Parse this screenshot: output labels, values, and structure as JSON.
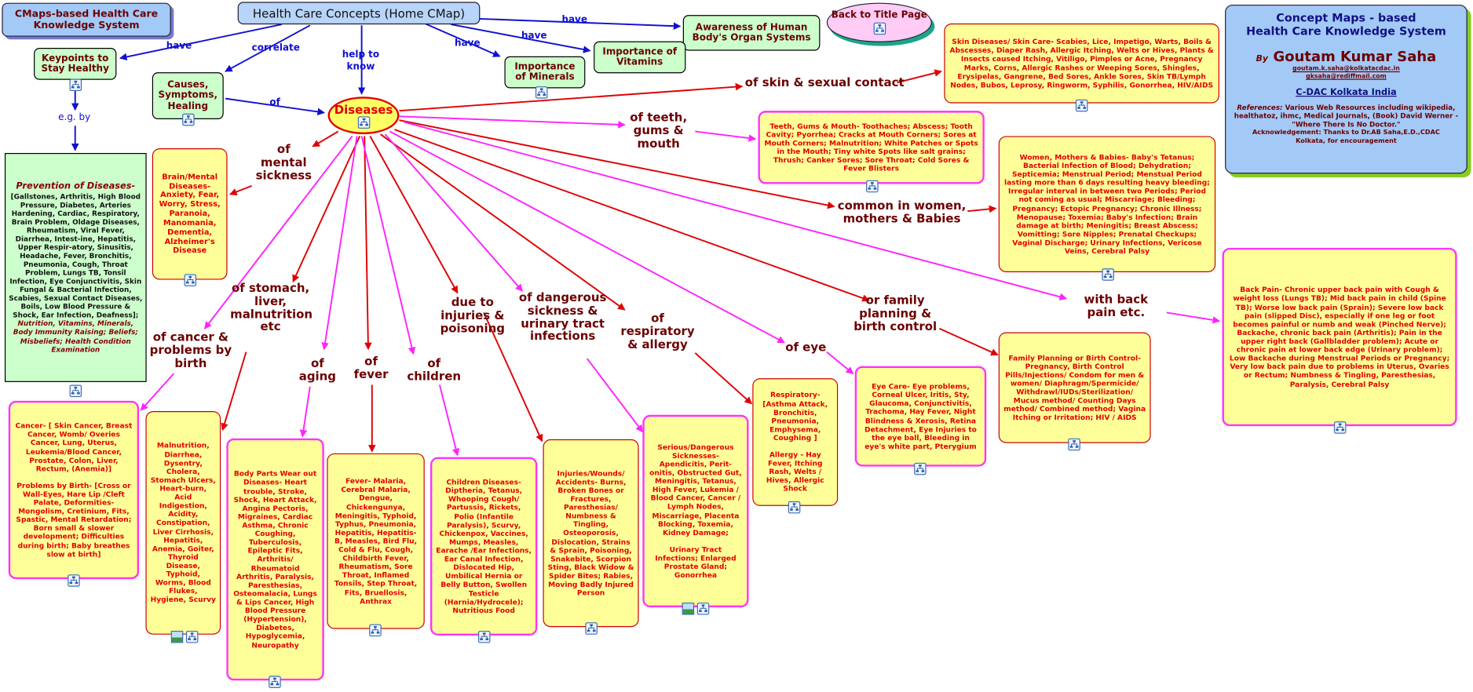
{
  "header": {
    "cmaps_title": "CMaps-based Health Care Knowledge System",
    "home": "Health Care Concepts (Home CMap)",
    "back": "Back to Title Page"
  },
  "title_panel": {
    "line1": "Concept Maps - based",
    "line2": "Health Care Knowledge System",
    "by": "By",
    "author": "Goutam Kumar Saha",
    "email1": "goutam.k.saha@kolkatacdac.in",
    "email2": "gksaha@rediffmail.com",
    "org": "C-DAC Kolkata India",
    "refs_label": "References:",
    "refs": "Various Web Resources including wikipedia, healthatoz, ihmc, Medical Journals, (Book) David Werner - \"Where There Is No Doctor.\"",
    "ack": "Acknowledgement: Thanks to Dr.AB Saha,E.D.,CDAC Kolkata, for encouragement"
  },
  "nodes": {
    "awareness": "Awareness of Human Body's Organ Systems",
    "vitamins": "Importance of Vitamins",
    "minerals": "Importance of Minerals",
    "keypoints": "Keypoints to Stay Healthy",
    "causes": "Causes, Symptoms, Healing",
    "diseases": "Diseases",
    "prevention_title": "Prevention of Diseases-",
    "prevention_body": "[Gallstones, Arthritis, High Blood Pressure, Diabetes, Arteries Hardening, Cardiac, Respiratory, Brain Problem, Oldage Diseases, Rheumatism, Viral Fever, Diarrhea, Intest-ine, Hepatitis, Upper Respir-atory, Sinusitis, Headache, Fever, Bronchitis, Pneumonia, Cough, Throat Problem, Lungs TB, Tonsil Infection, Eye Conjunctivitis, Skin Fungal & Bacterial Infection, Scabies, Sexual Contact Diseases, Boils, Low Blood Pressure & Shock, Ear Infection, Deafness];",
    "prevention_extra": "Nutrition, Vitamins, Minerals, Body Immunity Raising; Beliefs; Misbeliefs; Health Condition Examination",
    "brain": "Brain/Mental Diseases- Anxiety, Fear, Worry, Stress, Paranoia, Manomania, Dementia, Alzheimer's Disease",
    "skin": "Skin Diseases/ Skin Care-  Scabies, Lice, Impetigo, Warts, Boils & Abscesses, Diaper Rash, Allergic Itching, Welts or Hives, Plants & Insects caused Itching, Vitiligo, Pimples or Acne, Pregnancy Marks, Corns, Allergic Rashes or Weeping Sores, Shingles, Erysipelas, Gangrene, Bed Sores, Ankle Sores, Skin TB/Lymph Nodes,  Bubos, Leprosy, Ringworm, Syphilis, Gonorrhea, HIV/AIDS",
    "teeth": "Teeth, Gums & Mouth- Toothaches; Abscess; Tooth Cavity; Pyorrhea; Cracks at Mouth Corners; Sores at Mouth Corners; Malnutrition; White Patches or Spots in the Mouth; Tiny white Spots like salt grains; Thrush; Canker Sores; Sore Throat; Cold Sores & Fever Blisters",
    "women": "Women, Mothers & Babies- Baby's Tetanus; Bacterial Infection of Blood; Dehydration; Septicemia; Menstrual Period; Menstual Period lasting more than 6 days resulting heavy bleeding; Irregular interval in between two Periods; Period not coming as usual; Miscarriage; Bleeding; Pregnancy; Ectopic Pregnancy; Chronic Illness; Menopause; Toxemia; Baby's Infection; Brain damage at birth; Meningitis; Breast Abscess; Vomitting; Sore Nipples; Prenatal Checkups; Vaginal Discharge; Urinary Infections, Vericose Veins, Cerebral Palsy",
    "backpain": "Back Pain- Chronic upper back pain with Cough & weight loss (Lungs TB); Mid back pain in child (Spine TB); Worse low back pain (Sprain); Severe low back pain (slipped Disc), especially if one leg or foot becomes painful or numb and weak (Pinched Nerve); Backache, chronic back pain (Arthritis); Pain in the upper right back (Gallbladder problem); Acute or chronic pain at lower back edge (Urinary problem);  Low Backache during Menstrual Periods or Pregnancy; Very low back pain due to problems in Uterus, Ovaries or Rectum; Numbness & Tingling, Paresthesias, Paralysis, Cerebral Palsy",
    "cancer": "Cancer- [ Skin Cancer, Breast Cancer, Womb/ Overies Cancer, Lung, Uterus, Leukemia/Blood Cancer, Prostate, Colon, Liver, Rectum, (Anemia)]",
    "birth": "Problems by Birth- [Cross or Wall-Eyes, Hare Lip /Cleft Palate, Deformities- Mongolism, Cretinium, Fits, Spastic, Mental Retardation; Born small & slower development; Difficulties during birth; Baby breathes slow at birth]",
    "malnutrition": "Malnutrition, Diarrhea, Dysentry, Cholera, Stomach Ulcers, Heart-burn, Acid Indigestion, Acidity, Constipation, Liver Cirrhosis, Hepatitis, Anemia, Goiter, Thyroid Disease, Typhoid, Worms, Blood Flukes, Hygiene, Scurvy",
    "aging": "Body Parts Wear out Diseases- Heart trouble, Stroke, Shock, Heart Attack, Angina Pectoris, Migraines, Cardiac Asthma, Chronic Coughing, Tuberculosis, Epileptic Fits, Arthritis/ Rheumatoid Arthritis, Paralysis, Paresthesias, Osteomalacia, Lungs & Lips Cancer, High Blood Pressure (Hypertension), Diabetes, Hypoglycemia, Neuropathy",
    "fever": "Fever- Malaria, Cerebral Malaria, Dengue, Chickengunya, Meningitis, Typhoid, Typhus, Pneumonia, Hepatitis, Hepatitis-B, Measles, Bird Flu, Cold & Flu, Cough, Childbirth Fever, Rheumatism, Sore Throat, Inflamed Tonsils, Step Throat, Fits, Bruellosis, Anthrax",
    "children": "Children Diseases- Diptheria, Tetanus, Whooping Cough/ Partussis, Rickets, Polio (Infantile Paralysis), Scurvy, Chickenpox, Vaccines, Mumps, Measles, Earache /Ear Infections, Ear Canal Infection, Dislocated Hip, Umbilical Hernia or Belly Button, Swollen Testicle (Harnia/Hydrocele); Nutritious Food",
    "injuries": "Injuries/Wounds/ Accidents- Burns, Broken Bones or Fractures, Paresthesias/ Numbness & Tingling, Osteoporosis, Dislocation, Strains & Sprain, Poisoning, Snakebite, Scorpion Sting, Black Widow & Spider Bites; Rabies, Moving Badly Injured Person",
    "serious": "Serious/Dangerous Sicknesses- Apendicitis, Perit-onitis, Obstructed Gut, Meningitis, Tetanus, High Fever, Lukemia / Blood Cancer, Cancer / Lymph Nodes, Miscarriage, Placenta Blocking, Toxemia, Kidney Damage;",
    "urinary": "Urinary Tract Infections; Enlarged Prostate Gland; Gonorrhea",
    "respiratory": "Respiratory- [Asthma Attack, Bronchitis, Pneumonia, Emphysema, Coughing ]",
    "allergy": "Allergy - Hay Fever, Itching Rash, Welts / Hives, Allergic Shock",
    "eye": "Eye Care- Eye problems, Corneal Ulcer, Iritis, Sty, Glaucoma, Conjunctivitis, Trachoma, Hay Fever, Night Blindness & Xerosis, Retina Detachment, Eye Injuries to the eye ball, Bleeding in eye's white part, Pterygium",
    "family": "Family Planning or Birth Control- Pregnancy, Birth Control Pills/Injections/ Condom for men & women/ Diaphragm/Spermicide/ Withdrawl/IUDs/Sterilization/ Mucus method/ Counting Days method/ Combined method; Vagina Itching or Irritation; HIV / AIDS"
  },
  "link_labels": {
    "have1": "have",
    "correlate": "correlate",
    "help_to_know": "help to know",
    "have2": "have",
    "have3": "have",
    "have4": "have",
    "eg_by": "e.g. by",
    "of": "of",
    "skin": "of skin & sexual contact",
    "teeth": "of teeth, gums & mouth",
    "mental": "of mental sickness",
    "women": "common in women, mothers & Babies",
    "back": "with back pain etc.",
    "family": "or family planning & birth control",
    "eye": "of eye",
    "respiratory": "of respiratory & allergy",
    "dangerous": "of dangerous sickness & urinary tract infections",
    "injuries": "due to injuries & poisoning",
    "children": "of children",
    "fever": "of fever",
    "aging": "of aging",
    "stomach": "of stomach, liver, malnutrition etc",
    "cancer": "of cancer & problems by birth"
  },
  "colors": {
    "edge_red": "#e00000",
    "edge_magenta": "#ff22ff",
    "edge_blue": "#1010d0",
    "box_yellow": "#ffff99",
    "box_green": "#ccffcc",
    "panel_blue": "#a3c9f7",
    "label_text": "#6b0000"
  }
}
